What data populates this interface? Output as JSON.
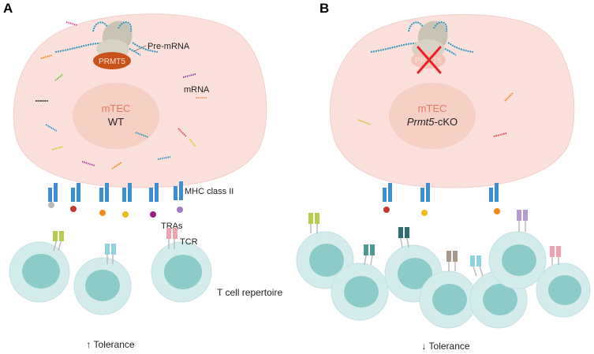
{
  "panels": {
    "a": {
      "letter": "A",
      "nucleus_title": "mTEC",
      "nucleus_genotype": "WT",
      "tolerance": "↑ Tolerance"
    },
    "b": {
      "letter": "B",
      "nucleus_title": "mTEC",
      "nucleus_genotype_italic": "Prmt5",
      "nucleus_genotype_suffix": "-cKO",
      "tolerance": "↓ Tolerance"
    }
  },
  "labels": {
    "pre_mrna": "Pre-mRNA",
    "prmt5": "PRMT5",
    "mrna": "mRNA",
    "mhc": "MHC class II",
    "tras": "TRAs",
    "tcr": "TCR",
    "repertoire": "T cell repertoire"
  },
  "colors": {
    "cell": "#fbe0dc",
    "cell_edge": "#f3cfca",
    "nucleus": "#f6cfc5",
    "prmt5": "#c9521b",
    "mhc": "#3d8fd1",
    "tcell": "#d4ecec",
    "tcell_nucleus": "#8ccbc8",
    "cross": "#e8242b"
  }
}
